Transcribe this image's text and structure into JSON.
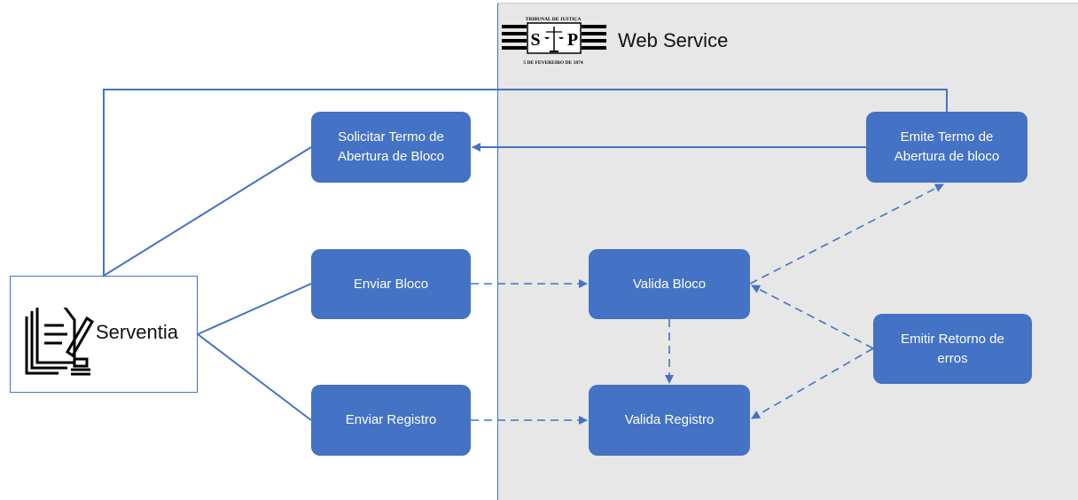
{
  "web_service": {
    "title": "Web Service"
  },
  "seal": {
    "top_text": "TRIBUNAL DE JUSTIÇA",
    "left_letter": "S",
    "right_letter": "P",
    "bottom_text": "5 DE FEVEREIRO DE 1874"
  },
  "serventia": {
    "label": "Serventia"
  },
  "boxes": {
    "solicitar": "Solicitar Termo de\nAbertura de Bloco",
    "emite": "Emite Termo de\nAbertura de bloco",
    "enviar_bloco": "Enviar Bloco",
    "valida_bloco": "Valida Bloco",
    "emitir_retorno": "Emitir Retorno de\nerros",
    "enviar_registro": "Enviar Registro",
    "valida_registro": "Valida Registro"
  },
  "colors": {
    "accent": "#4472c4",
    "region": "#e7e7e7"
  }
}
